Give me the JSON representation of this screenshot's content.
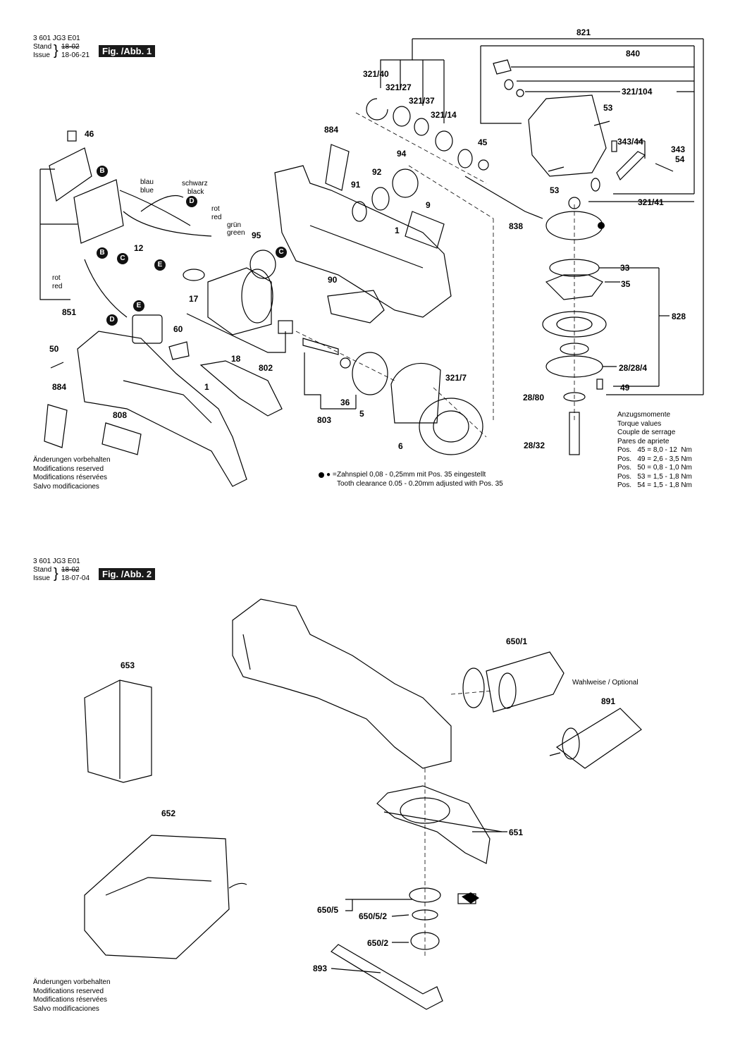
{
  "fig1": {
    "doc_number": "3 601 JG3 E01",
    "stand_label": "Stand",
    "stand_old": "18-02",
    "issue_label": "Issue",
    "issue_date": "18-06-21",
    "fig_label": "Fig. /Abb. 1",
    "parts": {
      "p821": "821",
      "p840": "840",
      "p321_40": "321/40",
      "p321_27": "321/27",
      "p321_37": "321/37",
      "p321_14": "321/14",
      "p321_104": "321/104",
      "p884a": "884",
      "p94": "94",
      "p45": "45",
      "p53a": "53",
      "p343_44": "343/44",
      "p343": "343",
      "p54": "54",
      "p46": "46",
      "p92": "92",
      "p91": "91",
      "p53b": "53",
      "p321_41": "321/41",
      "p9": "9",
      "p838": "838",
      "p1a": "1",
      "p95": "95",
      "p12": "12",
      "p33": "33",
      "p35": "35",
      "p90": "90",
      "p17": "17",
      "p851": "851",
      "p828": "828",
      "p60": "60",
      "p50": "50",
      "p18": "18",
      "p802": "802",
      "p28_28_4": "28/28/4",
      "p321_7": "321/7",
      "p884b": "884",
      "p1b": "1",
      "p36": "36",
      "p5": "5",
      "p49": "49",
      "p28_80": "28/80",
      "p808": "808",
      "p803": "803",
      "p6": "6",
      "p28_32": "28/32"
    },
    "wires": {
      "blau": "blau",
      "blue": "blue",
      "schwarz": "schwarz",
      "black": "black",
      "rot1": "rot",
      "red1": "red",
      "gruen": "grün",
      "green": "green",
      "rot2": "rot",
      "red2": "red"
    },
    "connectors": {
      "b1": "B",
      "b2": "B",
      "c1": "C",
      "c2": "C",
      "d1": "D",
      "d2": "D",
      "e1": "E",
      "e2": "E"
    },
    "torque": {
      "heading": [
        "Anzugsmomente",
        "Torque values",
        "Couple de serrage",
        "Pares de apriete"
      ],
      "rows": [
        "Pos.   45 = 8,0 - 12  Nm",
        "Pos.   49 = 2,6 - 3,5 Nm",
        "Pos.   50 = 0,8 - 1,0 Nm",
        "Pos.   53 = 1,5 - 1,8 Nm",
        "Pos.   54 = 1,5 - 1,8 Nm"
      ]
    },
    "note_symbol": "● =",
    "note_line1": "Zahnspiel 0,08 - 0,25mm mit Pos. 35 eingestellt",
    "note_line2": "Tooth clearance 0.05 - 0.20mm adjusted with Pos. 35",
    "reserved": [
      "Änderungen vorbehalten",
      "Modifications reserved",
      "Modifications réservées",
      "Salvo modificaciones"
    ]
  },
  "fig2": {
    "doc_number": "3 601 JG3 E01",
    "stand_label": "Stand",
    "stand_old": "18-02",
    "issue_label": "Issue",
    "issue_date": "18-07-04",
    "fig_label": "Fig. /Abb. 2",
    "parts": {
      "p653": "653",
      "p650_1": "650/1",
      "p891": "891",
      "p652": "652",
      "p651": "651",
      "p650_5": "650/5",
      "p650_5_2": "650/5/2",
      "p650_2": "650/2",
      "p893": "893"
    },
    "optional": "Wahlweise / Optional",
    "reserved": [
      "Änderungen vorbehalten",
      "Modifications reserved",
      "Modifications réservées",
      "Salvo modificaciones"
    ]
  }
}
